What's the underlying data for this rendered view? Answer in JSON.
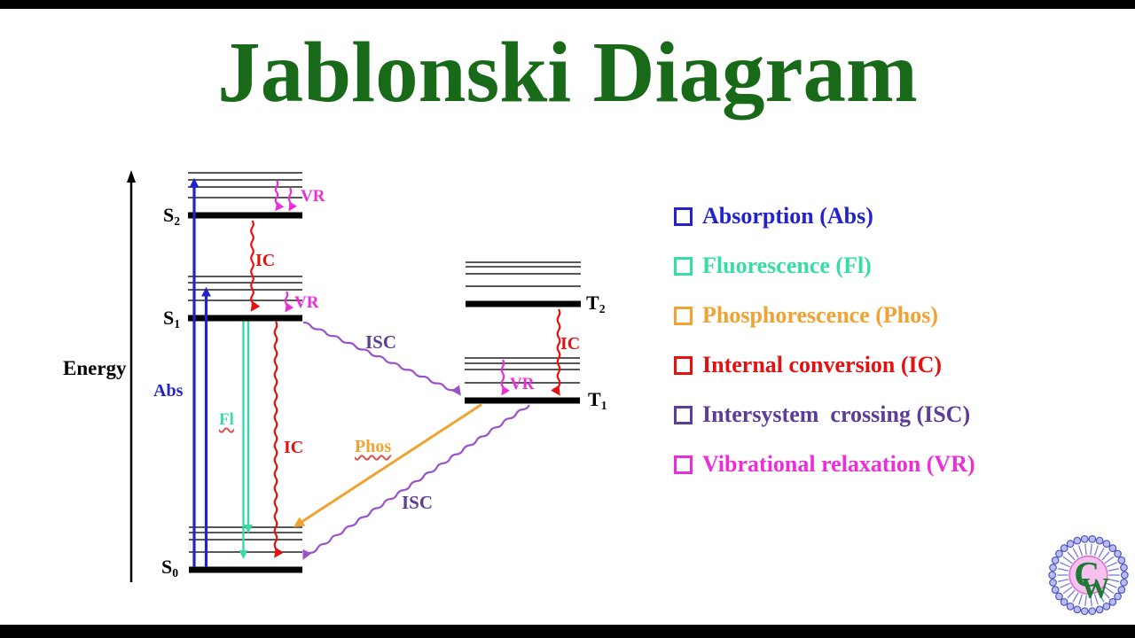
{
  "title": "Jablonski Diagram",
  "colors": {
    "title": "#186a18",
    "abs": "#2323cd",
    "fl": "#38dda6",
    "phos": "#f0a233",
    "ic": "#e41111",
    "isc_line": "#9b51c9",
    "isc_label": "#5c3d97",
    "vr": "#ea2fd8"
  },
  "labels": {
    "energy": "Energy",
    "abs": "Abs",
    "fl": "Fl",
    "ic": "IC",
    "vr": "VR",
    "isc": "ISC",
    "phos": "Phos"
  },
  "states": {
    "s2": {
      "base": "S",
      "sub": "2"
    },
    "s1": {
      "base": "S",
      "sub": "1"
    },
    "s0": {
      "base": "S",
      "sub": "0"
    },
    "t2": {
      "base": "T",
      "sub": "2"
    },
    "t1": {
      "base": "T",
      "sub": "1"
    }
  },
  "legend": [
    {
      "id": "abs",
      "label": "Absorption (Abs)"
    },
    {
      "id": "fl",
      "label": "Fluorescence (Fl)"
    },
    {
      "id": "phos",
      "label": "Phosphorescence (Phos)"
    },
    {
      "id": "ic",
      "label": "Internal conversion (IC)"
    },
    {
      "id": "isc",
      "label": "Intersystem  crossing (ISC)"
    },
    {
      "id": "vr",
      "label": "Vibrational relaxation (VR)"
    }
  ],
  "logo": {
    "c": "C",
    "w": "W"
  }
}
